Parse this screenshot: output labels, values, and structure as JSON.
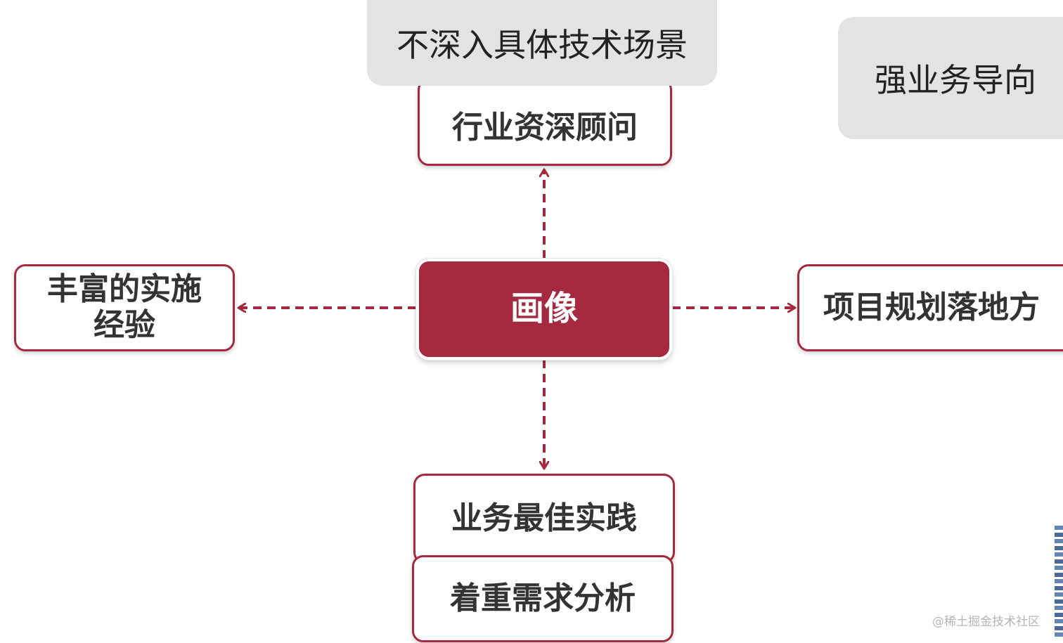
{
  "diagram": {
    "center": {
      "label": "画像"
    },
    "top": {
      "label": "行业资深顾问",
      "tag": "不深入具体技术场景"
    },
    "left": {
      "line1": "丰富的实施",
      "line2": "经验"
    },
    "right": {
      "label": "项目规划落地方",
      "tag": "强业务导向"
    },
    "bottom": {
      "label": "业务最佳实践",
      "sub_label": "着重需求分析"
    }
  },
  "watermark": "@稀土掘金技术社区",
  "colors": {
    "accent": "#a52a3f",
    "tag_background": "#e3e3e3",
    "text": "#333333"
  }
}
